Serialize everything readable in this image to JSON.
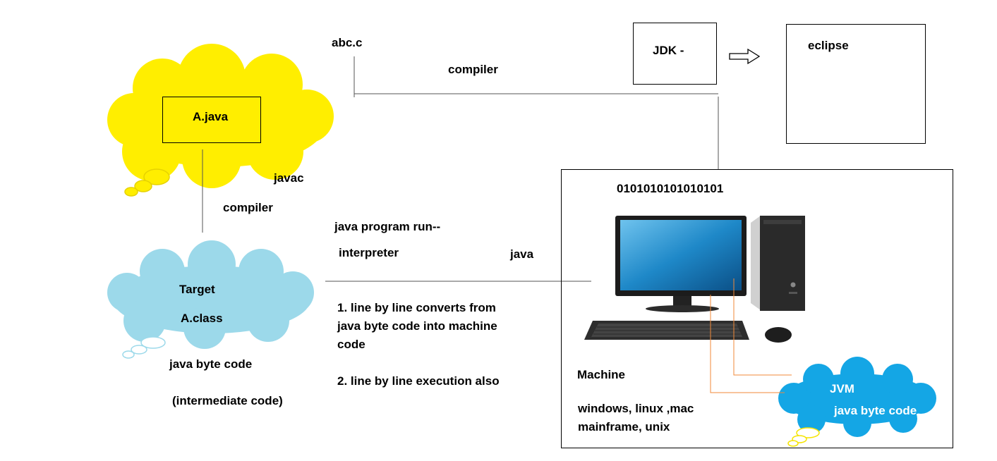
{
  "colors": {
    "yellow_cloud": "#ffee00",
    "lightblue_cloud": "#9cd9ea",
    "blue_cloud": "#14a6e5",
    "bubble_yellow": "#f5e400",
    "orange_line": "#f08a3a",
    "monitor_screen": "#1e88c8"
  },
  "labels": {
    "abc_c": "abc.c",
    "compiler_top": "compiler",
    "jdk": "JDK -",
    "eclipse": "eclipse",
    "a_java": "A.java",
    "javac": "javac",
    "compiler_left": "compiler",
    "binary": "0101010101010101",
    "java_program_run": "java program run--",
    "interpreter": "interpreter",
    "java": "java",
    "target": "Target",
    "a_class": "A.class",
    "java_byte_code": "java byte code",
    "intermediate_code": "(intermediate code)",
    "step1_line1": "1. line by line converts from",
    "step1_line2": "java byte code into machine",
    "step1_line3": "code",
    "step2": "2. line by line execution also",
    "machine": "Machine",
    "os_line1": "windows, linux ,mac",
    "os_line2": "mainframe, unix",
    "jvm": "JVM",
    "jvm_byte_code": "java byte code"
  }
}
